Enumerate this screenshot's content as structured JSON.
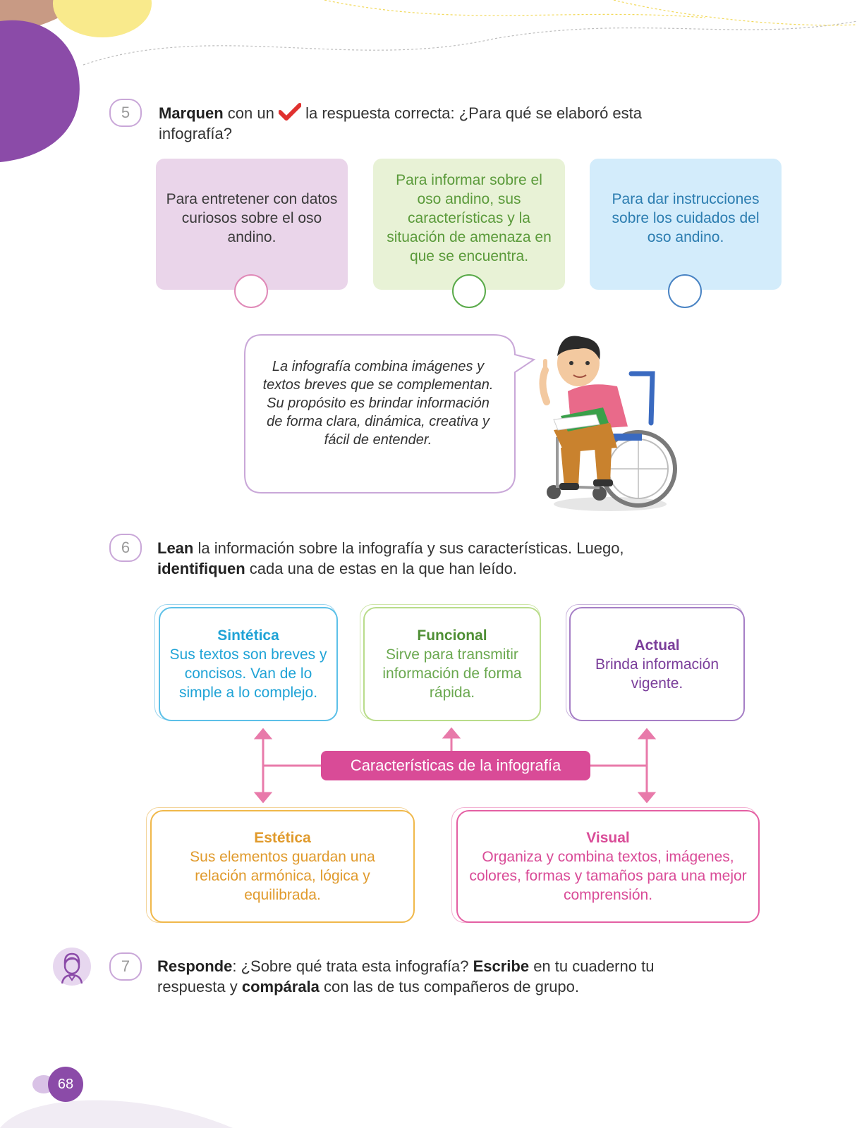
{
  "q5": {
    "number": "5",
    "verb": "Marquen",
    "text_before_icon": " con un ",
    "text_after_icon": " la respuesta correcta: ¿Para qué se elaboró esta",
    "text_line2": "infografía?",
    "options": [
      {
        "text": "Para entretener con datos curiosos sobre el oso andino."
      },
      {
        "text": "Para informar sobre el oso andino, sus características y la situación de amenaza en que se encuentra."
      },
      {
        "text": "Para dar instrucciones sobre los cuidados del oso andino."
      }
    ]
  },
  "bubble": {
    "text": "La infografía combina imágenes y textos breves que se complementan. Su propósito es brindar información de forma clara, dinámica, creativa y fácil de entender."
  },
  "q6": {
    "number": "6",
    "verb1": "Lean",
    "text1": " la información sobre la infografía y sus características. Luego,",
    "verb2": "identifiquen",
    "text2": " cada una de estas en la que han leído."
  },
  "diagram": {
    "center": "Características de la infografía",
    "cards": {
      "sintetica": {
        "title": "Sintética",
        "text": "Sus textos son breves y concisos. Van de lo simple a lo complejo."
      },
      "funcional": {
        "title": "Funcional",
        "text": "Sirve para transmitir información de forma rápida."
      },
      "actual": {
        "title": "Actual",
        "text": "Brinda información vigente."
      },
      "estetica": {
        "title": "Estética",
        "text": "Sus elementos guardan una relación armónica, lógica y equilibrada."
      },
      "visual": {
        "title": "Visual",
        "text": "Organiza y combina textos, imágenes, colores, formas y tamaños para una mejor comprensión."
      }
    }
  },
  "q7": {
    "number": "7",
    "verb1": "Responde",
    "text1": ": ¿Sobre qué trata esta infografía? ",
    "verb2": "Escribe",
    "text2": " en tu cuaderno tu",
    "text3": "respuesta y ",
    "verb3": "compárala",
    "text4": " con las de tus compañeros de grupo."
  },
  "page_number": "68",
  "colors": {
    "purple": "#8b4ba8",
    "pink": "#d94b97",
    "blue": "#1fa3d6",
    "green": "#6aa84f",
    "violet": "#7a3d9a",
    "orange": "#e09a2c"
  },
  "icons": [
    "checkmark-icon",
    "student-icon"
  ]
}
